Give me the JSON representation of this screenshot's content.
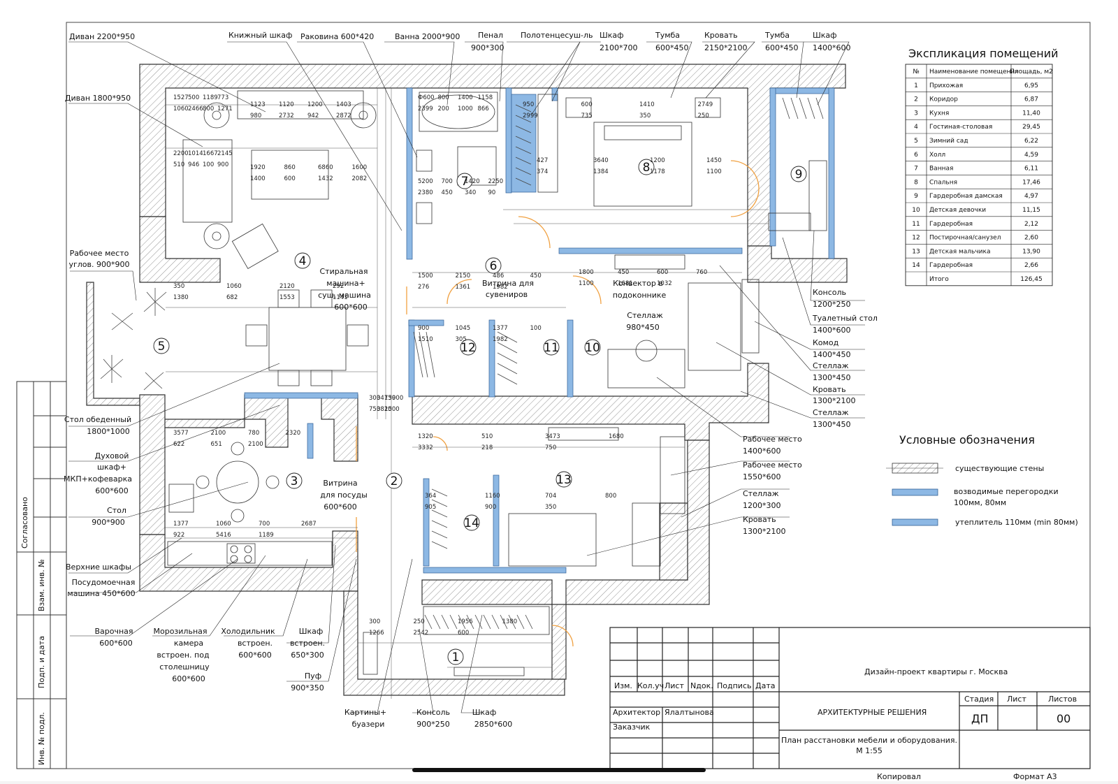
{
  "explication": {
    "title": "Экспликация помещений",
    "headers": [
      "№",
      "Наименование помещения",
      "Площадь, м2"
    ],
    "rows": [
      [
        "1",
        "Прихожая",
        "6,95"
      ],
      [
        "2",
        "Коридор",
        "6,87"
      ],
      [
        "3",
        "Кухня",
        "11,40"
      ],
      [
        "4",
        "Гостиная-столовая",
        "29,45"
      ],
      [
        "5",
        "Зимний сад",
        "6,22"
      ],
      [
        "6",
        "Холл",
        "4,59"
      ],
      [
        "7",
        "Ванная",
        "6,11"
      ],
      [
        "8",
        "Спальня",
        "17,46"
      ],
      [
        "9",
        "Гардеробная дамская",
        "4,97"
      ],
      [
        "10",
        "Детская девочки",
        "11,15"
      ],
      [
        "11",
        "Гардеробная",
        "2,12"
      ],
      [
        "12",
        "Постирочная/санузел",
        "2,60"
      ],
      [
        "13",
        "Детская мальчика",
        "13,90"
      ],
      [
        "14",
        "Гардеробная",
        "2,66"
      ],
      [
        "",
        "Итого",
        "126,45"
      ]
    ]
  },
  "legend": {
    "title": "Условные обозначения",
    "items": [
      {
        "label": "существующие стены",
        "color": "#cfcfcf"
      },
      {
        "label": "возводимые перегородки 100мм, 80мм",
        "color": "#6fa8dc"
      },
      {
        "label": "утеплитель 110мм (min 80мм)",
        "color": "#6fa8dc"
      }
    ]
  },
  "title_block": {
    "project": "Дизайн-проект квартиры г. Москва",
    "section": "АРХИТЕКТУРНЫЕ РЕШЕНИЯ",
    "sheet_name": "План расстановки мебели и оборудования. М 1:55",
    "cols": [
      "Изм.",
      "Кол.уч",
      "Лист",
      "Nдок.",
      "Подпись",
      "Дата"
    ],
    "architect_label": "Архитектор",
    "architect_name": "Ялалтынова",
    "client_label": "Заказчик",
    "stage_header": "Стадия",
    "sheet_header": "Лист",
    "sheets_header": "Листов",
    "stage": "ДП",
    "sheets": "00",
    "copied": "Копировал",
    "format": "Формат А3"
  },
  "side_stamp": [
    "Согласовано",
    "Взам. инв. №",
    "Подп. и дата",
    "Инв. № подл."
  ],
  "rooms": [
    "1",
    "2",
    "3",
    "4",
    "5",
    "6",
    "7",
    "8",
    "9",
    "10",
    "11",
    "12",
    "13",
    "14"
  ],
  "callouts_top": [
    "Диван 2200*950",
    "Книжный шкаф",
    "Раковина 600*420",
    "Ванна 2000*900",
    "Пенал",
    "900*300",
    "Полотенцесуш-ль",
    "Шкаф",
    "2100*700",
    "Тумба",
    "600*450",
    "Кровать",
    "2150*2100",
    "Тумба",
    "600*450",
    "Шкаф",
    "1400*600"
  ],
  "callouts_left": [
    "Диван 1800*950",
    "Рабочее место",
    "углов. 900*900",
    "Стол обеденный",
    "1800*1000",
    "Духовой",
    "шкаф+",
    "МКП+кофеварка",
    "600*600",
    "Стол",
    "900*900",
    "Верхние шкафы",
    "Посудомоечная",
    "машина 450*600"
  ],
  "callouts_bottom": [
    "Варочная",
    "600*600",
    "Морозильная",
    "камера",
    "встроен. под",
    "столешницу",
    "600*600",
    "Холодильник",
    "встроен.",
    "600*600",
    "Шкаф",
    "встроен.",
    "650*300",
    "Пуф",
    "900*350",
    "Картины+",
    "буазери",
    "Консоль",
    "900*250",
    "Шкаф",
    "2850*600"
  ],
  "callouts_right": [
    "Консоль",
    "1200*250",
    "Туалетный стол",
    "1400*600",
    "Комод",
    "1400*450",
    "Стеллаж",
    "1300*450",
    "Кровать",
    "1300*2100",
    "Стеллаж",
    "1300*450",
    "Рабочее место",
    "1400*600",
    "Рабочее место",
    "1550*600",
    "Стеллаж",
    "1200*300",
    "Кровать",
    "1300*2100"
  ],
  "callouts_inner": [
    "Стиральная",
    "машина+",
    "суш. машина",
    "600*600",
    "Витрина для",
    "сувениров",
    "Конвектор в",
    "подоконнике",
    "Стеллаж",
    "980*450",
    "Витрина",
    "для посуды",
    "600*600"
  ],
  "dimensions": [
    "1527",
    "2200",
    "1123",
    "1920",
    "350",
    "Ф600",
    "5200",
    "950",
    "427",
    "1500",
    "1800",
    "900",
    "3577",
    "1377",
    "300",
    "1320",
    "364",
    "300",
    "500",
    "1014",
    "1120",
    "860",
    "1060",
    "800",
    "700",
    "600",
    "3640",
    "2150",
    "450",
    "1045",
    "2100",
    "1060",
    "3413",
    "510",
    "1160",
    "250",
    "1189",
    "1667",
    "1200",
    "6860",
    "2120",
    "1400",
    "1420",
    "1410",
    "1200",
    "486",
    "600",
    "1377",
    "780",
    "700",
    "750",
    "3473",
    "704",
    "1956",
    "773",
    "2145",
    "1403",
    "1600",
    "292",
    "1158",
    "2250",
    "2749",
    "1450",
    "450",
    "760",
    "100",
    "2320",
    "2687",
    "900",
    "1680",
    "800",
    "1380",
    "1060",
    "510",
    "980",
    "1400",
    "1380",
    "2399",
    "2380",
    "2999",
    "374",
    "276",
    "1100",
    "1510",
    "622",
    "922",
    "750",
    "3332",
    "905",
    "1266",
    "2466",
    "946",
    "2732",
    "600",
    "682",
    "200",
    "450",
    "735",
    "1384",
    "1361",
    "1681",
    "305",
    "651",
    "5416",
    "3820",
    "218",
    "900",
    "2542",
    "800",
    "100",
    "942",
    "1432",
    "1553",
    "1000",
    "340",
    "350",
    "1178",
    "1982",
    "1032",
    "1982",
    "2100",
    "1189",
    "1500",
    "750",
    "350",
    "600",
    "1271",
    "900",
    "2872",
    "2082",
    "1141",
    "866",
    "90",
    "250",
    "1100"
  ]
}
